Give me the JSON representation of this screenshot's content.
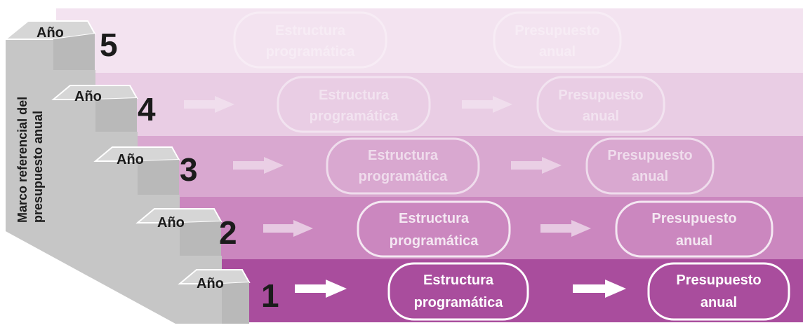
{
  "side_label": {
    "line1": "Marco referencial del",
    "line2": "presupuesto anual"
  },
  "colors": {
    "band1": "#a94d9d",
    "band2": "#cb87bf",
    "band3": "#d9a8d0",
    "band4": "#e9cde4",
    "band5": "#f3e3f0",
    "stair_tread": "#d6d6d6",
    "stair_riser": "#b9b9b9",
    "stair_wall": "#c6c6c6",
    "text_dark": "#1b1b1b",
    "text_light": "#ffffff"
  },
  "steps": [
    {
      "year_label": "Año",
      "number": "1",
      "box1": [
        "Estructura",
        "programática"
      ],
      "box2": [
        "Presupuesto",
        "anual"
      ]
    },
    {
      "year_label": "Año",
      "number": "2",
      "box1": [
        "Estructura",
        "programática"
      ],
      "box2": [
        "Presupuesto",
        "anual"
      ]
    },
    {
      "year_label": "Año",
      "number": "3",
      "box1": [
        "Estructura",
        "programática"
      ],
      "box2": [
        "Presupuesto",
        "anual"
      ]
    },
    {
      "year_label": "Año",
      "number": "4",
      "box1": [
        "Estructura",
        "programática"
      ],
      "box2": [
        "Presupuesto",
        "anual"
      ]
    },
    {
      "year_label": "Año",
      "number": "5",
      "box1": [
        "Estructura",
        "programática"
      ],
      "box2": [
        "Presupuesto",
        "anual"
      ]
    }
  ]
}
